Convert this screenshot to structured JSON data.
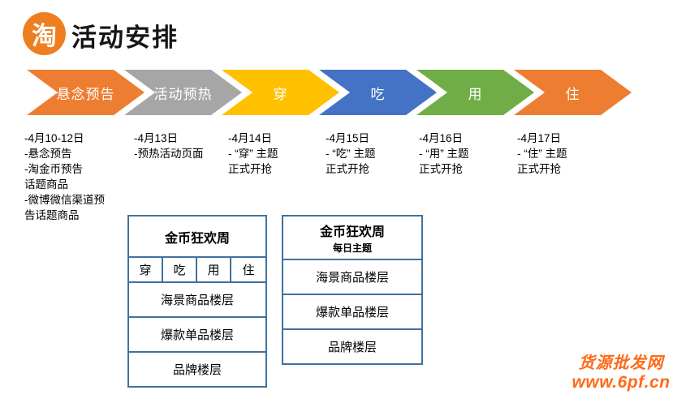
{
  "header": {
    "logo_char": "淘",
    "title": "活动安排"
  },
  "timeline": {
    "stages": [
      {
        "label": "悬念预告",
        "color": "#ED7D31",
        "notes": [
          "-4月10-12日",
          "-悬念预告",
          "-淘金币预告",
          "话题商品",
          "-微博微信渠道预",
          "告话题商品"
        ]
      },
      {
        "label": "活动预热",
        "color": "#A6A6A6",
        "notes": [
          "-4月13日",
          "-预热活动页面"
        ]
      },
      {
        "label": "穿",
        "color": "#FFC000",
        "notes": [
          "-4月14日",
          "- “穿” 主题",
          "正式开抢"
        ]
      },
      {
        "label": "吃",
        "color": "#4472C4",
        "notes": [
          "-4月15日",
          "- “吃” 主题",
          "正式开抢"
        ]
      },
      {
        "label": "用",
        "color": "#70AD47",
        "notes": [
          "-4月16日",
          "- “用” 主题",
          "正式开抢"
        ]
      },
      {
        "label": "住",
        "color": "#ED7D31",
        "notes": [
          "-4月17日",
          "- “住” 主题",
          "正式开抢"
        ]
      }
    ]
  },
  "tables": {
    "left": {
      "title": "金币狂欢周",
      "themes": [
        "穿",
        "吃",
        "用",
        "住"
      ],
      "rows": [
        "海景商品楼层",
        "爆款单品楼层",
        "品牌楼层"
      ]
    },
    "right": {
      "title": "金币狂欢周",
      "subtitle": "每日主题",
      "rows": [
        "海景商品楼层",
        "爆款单品楼层",
        "品牌楼层"
      ]
    }
  },
  "watermark": {
    "line1": "货源批发网",
    "line2": "www.6pf.cn",
    "color": "#FF6A17"
  },
  "colors": {
    "logo_orange": "#EE7E20",
    "table_border": "#41719C"
  }
}
